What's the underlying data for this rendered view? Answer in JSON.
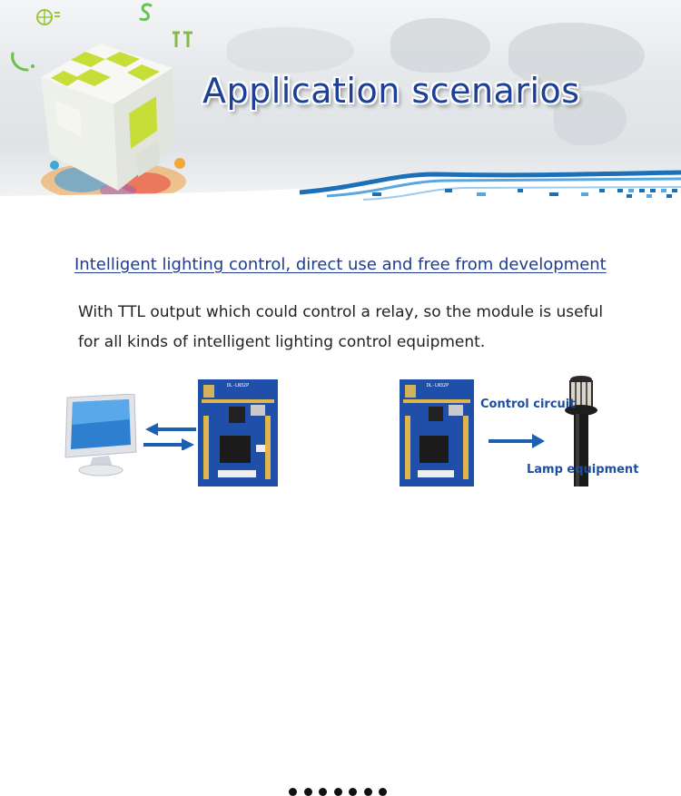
{
  "banner": {
    "title": "Application scenarios",
    "colors": {
      "title": "#1d3f95",
      "cube_yellow": "#c8de38",
      "wave_blue": "#1d6fb8"
    }
  },
  "content": {
    "headline": "Intelligent lighting control, direct use and free from development",
    "body": [
      "With TTL output which could control a relay, so the module is useful",
      "for all kinds of intelligent lighting control equipment."
    ]
  },
  "diagram": {
    "module_silkscreen": "DL-LN32P",
    "control_label": "Control circuit",
    "lamp_label": "Lamp equipment",
    "icons": [
      "computer-monitor-icon",
      "bidirectional-arrows-icon",
      "zigbee-module-icon",
      "ellipsis-dots-icon",
      "right-arrow-icon",
      "garden-lamp-icon"
    ]
  }
}
